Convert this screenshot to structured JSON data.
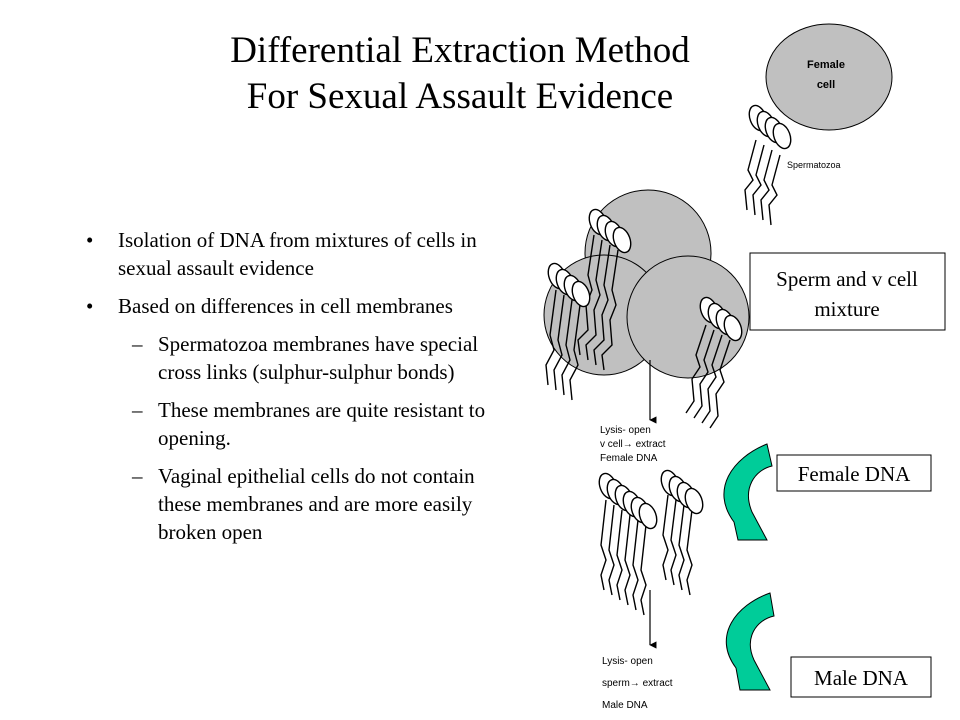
{
  "title": {
    "line1": "Differential Extraction Method",
    "line2": "For Sexual Assault Evidence"
  },
  "bullets": [
    {
      "level": 1,
      "text": "Isolation of DNA from mixtures of cells in sexual assault evidence"
    },
    {
      "level": 1,
      "text": "Based on differences in cell membranes"
    },
    {
      "level": 2,
      "text": "Spermatozoa membranes have special cross links (sulphur-sulphur bonds)"
    },
    {
      "level": 2,
      "text": "These membranes are quite resistant to opening."
    },
    {
      "level": 2,
      "text": "Vaginal epithelial cells do not contain these membranes and are more easily broken open"
    }
  ],
  "diagram": {
    "female_cell_line1": "Female",
    "female_cell_line2": "cell",
    "spermatozoa_label": "Spermatozoa",
    "mixture_line1": "Sperm and v cell",
    "mixture_line2": "mixture",
    "lysis1_line1": "Lysis- open",
    "lysis1_line2": "v cell",
    "lysis1_arrow": "→",
    "lysis1_line2b": " extract",
    "lysis1_line3": "Female DNA",
    "female_dna": "Female DNA",
    "lysis2_line1": "Lysis- open",
    "lysis2_line2": "sperm",
    "lysis2_arrow": "→",
    "lysis2_line2b": " extract",
    "lysis2_line3": "Male DNA",
    "male_dna": "Male DNA",
    "colors": {
      "cell_fill": "#c0c0c0",
      "arrow_fill": "#00cc99"
    }
  }
}
